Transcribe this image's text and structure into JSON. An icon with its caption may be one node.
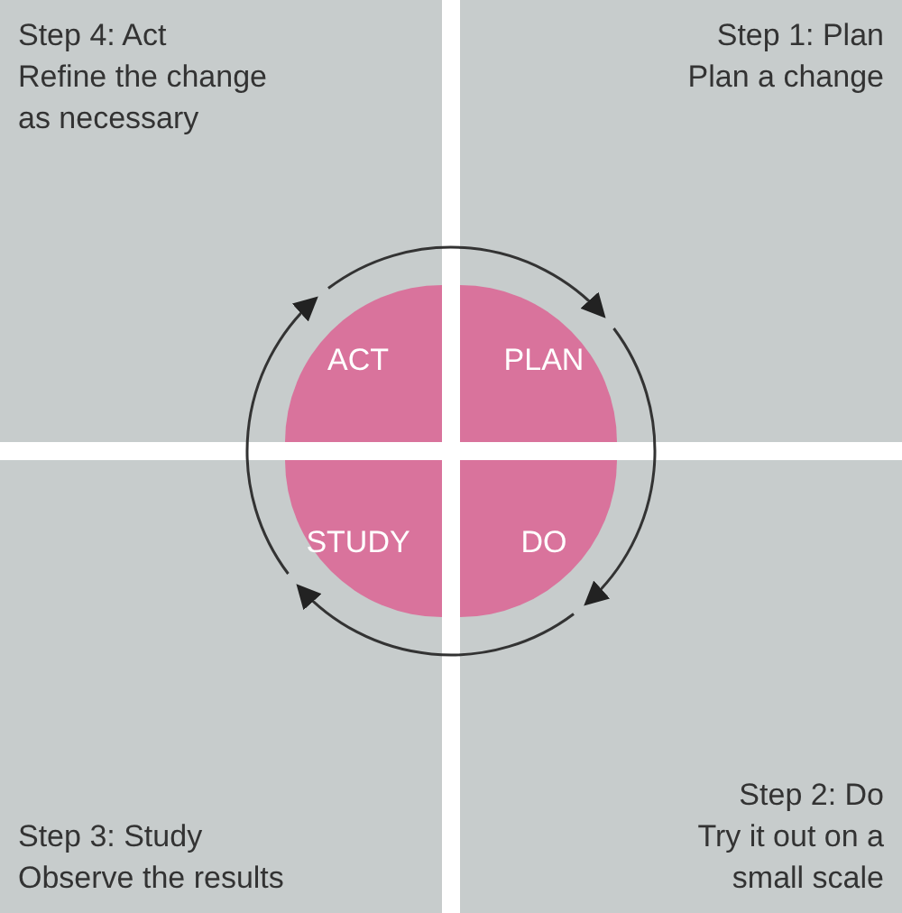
{
  "diagram": {
    "nodes": [
      {
        "text": [
          "Step 4:  Act",
          "Refine the change as necessary"
        ]
      },
      {
        "text": [
          "Step 1:  Plan",
          "Plan a change"
        ]
      },
      {
        "text": [
          "Step 3: Study",
          "Observe the results"
        ]
      },
      {
        "text": [
          "Step 2:  Do",
          "Try it out on a small scale"
        ]
      },
      {
        "text": [
          "ACT"
        ],
        "in": 0
      },
      {
        "text": [
          "PLAN"
        ],
        "in": 1
      },
      {
        "text": [
          "STUDY"
        ],
        "in": 2
      },
      {
        "text": [
          "DO"
        ],
        "in": 3
      }
    ],
    "edges": [
      {
        "from": 6,
        "to": 4,
        "arrow": "to"
      },
      {
        "from": 4,
        "to": 5,
        "arrow": "to"
      },
      {
        "from": 5,
        "to": 7,
        "arrow": "to"
      },
      {
        "from": 7,
        "to": 6,
        "arrow": "to"
      }
    ]
  }
}
